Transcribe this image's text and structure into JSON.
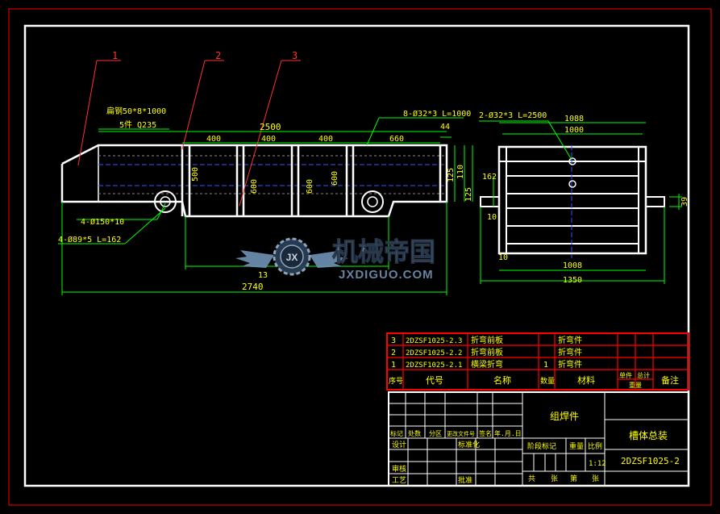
{
  "colors": {
    "background": "#000000",
    "frame": "#ffffff",
    "outer_frame": "#ff0000",
    "dimension": "#00ff00",
    "leader": "#ff0000",
    "text": "#ffff00",
    "centerline": "#3355ff",
    "watermark": "#6e8fb0"
  },
  "balloons": [
    "1",
    "2",
    "3"
  ],
  "front_view": {
    "notes": {
      "flat_steel": "扁钢50*8*1000",
      "qty_material": "5件  Q235",
      "bars": "8-Ø32*3  L=1000",
      "roller": "4-Ø150*10",
      "shaft": "4-Ø89*5  L=162"
    },
    "dims": {
      "overall": "2740",
      "span": "2500",
      "pitch_a": "400",
      "pitch_b": "400",
      "pitch_c": "400",
      "pitch_d": "660",
      "end": "44",
      "height_a": "500",
      "height_b": "600",
      "height_c": "600",
      "height_d": "600",
      "right_a": "125",
      "right_b": "110",
      "right_c": "125",
      "lower": "13"
    }
  },
  "side_view": {
    "notes": {
      "bars": "2-Ø32*3  L=2500"
    },
    "dims": {
      "top_a": "1088",
      "top_b": "1000",
      "bottom_a": "1008",
      "bottom_b": "1350",
      "left_a": "162",
      "left_b": "10",
      "left_c": "10",
      "right": "39"
    }
  },
  "watermark": {
    "cn": "机械帝国",
    "en": "JXDIGUO.COM",
    "emblem": "JX"
  },
  "parts_list": {
    "rows": [
      {
        "no": "3",
        "code": "2DZSF1025-2.3",
        "name": "折弯前板",
        "qty": "",
        "material": "",
        "note": "折弯件"
      },
      {
        "no": "2",
        "code": "2DZSF1025-2.2",
        "name": "折弯前板",
        "qty": "",
        "material": "",
        "note": "折弯件"
      },
      {
        "no": "1",
        "code": "2DZSF1025-2.1",
        "name": "横梁折弯",
        "qty": "1",
        "material": "",
        "note": "折弯件"
      }
    ],
    "header": {
      "no": "序号",
      "code": "代号",
      "name": "名称",
      "qty": "数量",
      "material": "材料",
      "weight_unit": "单件",
      "weight_total": "总计",
      "weight": "重量",
      "remark": "备注"
    }
  },
  "title_block": {
    "revision_header": [
      "标记",
      "处数",
      "分区",
      "更改文件号",
      "签名",
      "年.月.日"
    ],
    "roles": [
      "设计",
      "标准化",
      "审核",
      "工艺",
      "批准"
    ],
    "material_text": "组焊件",
    "stage_label": "阶段标记",
    "weight_label": "重量",
    "scale_label": "比例",
    "scale_value": "1:12",
    "sheet_labels": [
      "共",
      "张",
      "第",
      "张"
    ],
    "drawing_name": "槽体总装",
    "drawing_code": "2DZSF1025-2"
  }
}
